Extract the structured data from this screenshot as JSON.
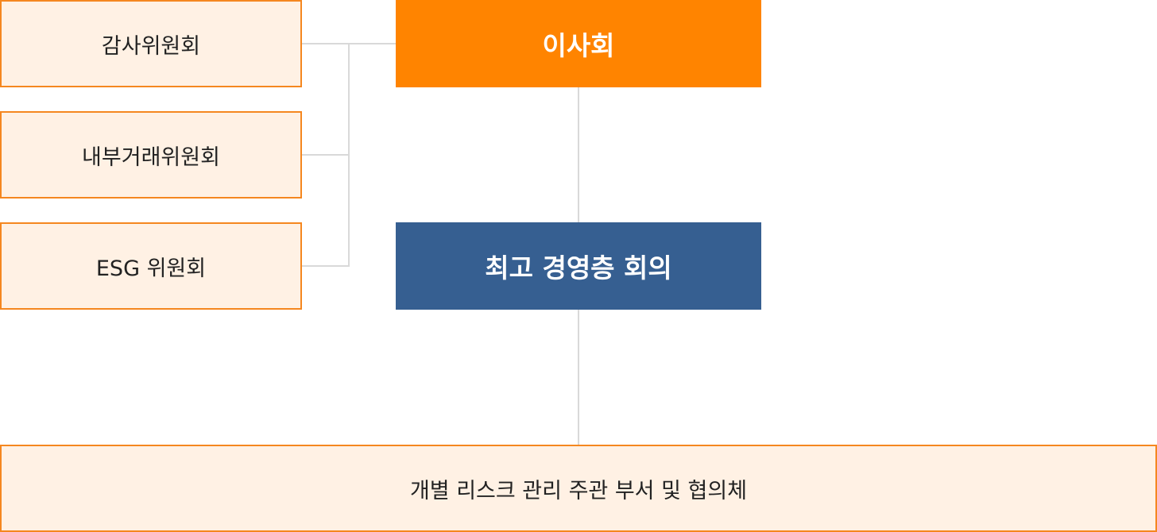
{
  "committees": [
    {
      "label": "감사위원회"
    },
    {
      "label": "내부거래위원회"
    },
    {
      "label": "ESG 위원회"
    }
  ],
  "board": {
    "label": "이사회"
  },
  "executive_meeting": {
    "label": "최고 경영층 회의"
  },
  "risk_departments": {
    "label": "개별 리스크 관리 주관 부서 및 협의체"
  },
  "colors": {
    "board_fill": "#ff8400",
    "executive_fill": "#365f91",
    "committee_fill": "#fff1e4",
    "committee_border": "#f5871f",
    "connector": "#d9d9d9"
  }
}
